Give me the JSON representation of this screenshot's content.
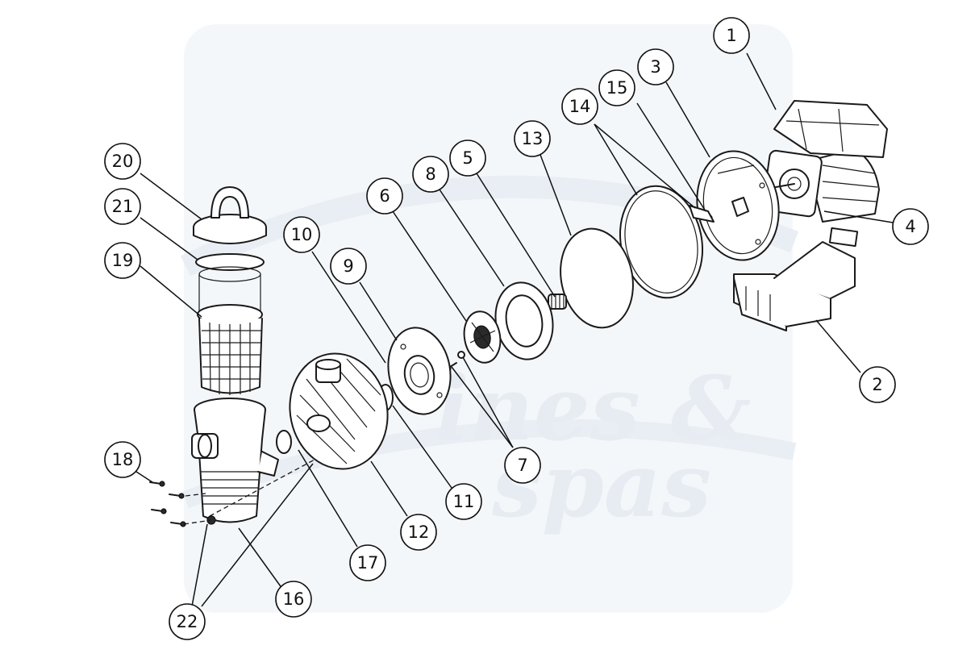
{
  "watermark": {
    "line1": "ines &",
    "line2": "spas",
    "color": "#e6ecf2"
  },
  "labels": [
    {
      "id": "1",
      "text": "1"
    },
    {
      "id": "2",
      "text": "2"
    },
    {
      "id": "3",
      "text": "3"
    },
    {
      "id": "4",
      "text": "4"
    },
    {
      "id": "5",
      "text": "5"
    },
    {
      "id": "6",
      "text": "6"
    },
    {
      "id": "7",
      "text": "7"
    },
    {
      "id": "8",
      "text": "8"
    },
    {
      "id": "9",
      "text": "9"
    },
    {
      "id": "10",
      "text": "10"
    },
    {
      "id": "11",
      "text": "11"
    },
    {
      "id": "12",
      "text": "12"
    },
    {
      "id": "13",
      "text": "13"
    },
    {
      "id": "14",
      "text": "14"
    },
    {
      "id": "15",
      "text": "15"
    },
    {
      "id": "16",
      "text": "16"
    },
    {
      "id": "17",
      "text": "17"
    },
    {
      "id": "18",
      "text": "18"
    },
    {
      "id": "19",
      "text": "19"
    },
    {
      "id": "20",
      "text": "20"
    },
    {
      "id": "21",
      "text": "21"
    },
    {
      "id": "22",
      "text": "22"
    }
  ]
}
